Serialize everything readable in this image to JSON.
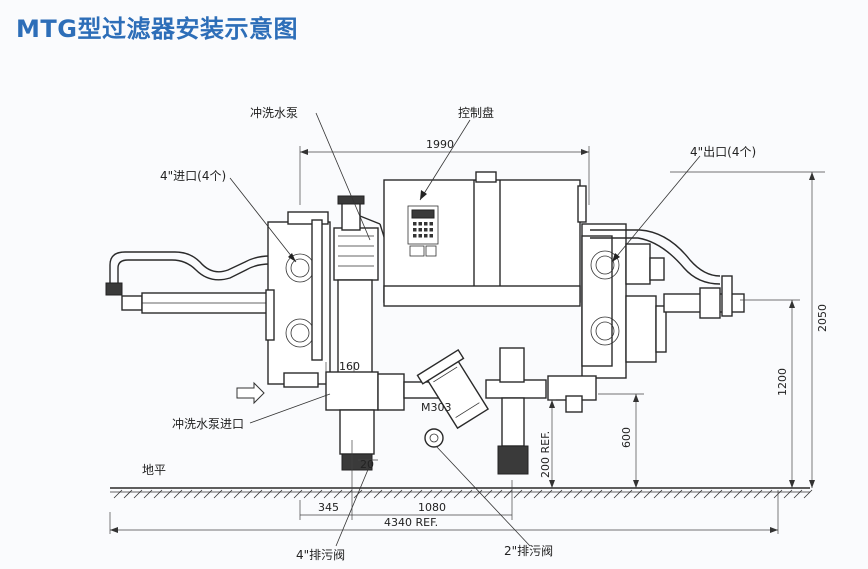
{
  "title": "MTG型过滤器安装示意图",
  "labels": {
    "flush_pump": "冲洗水泵",
    "control_panel": "控制盘",
    "inlet": "4\"进口(4个)",
    "outlet": "4\"出口(4个)",
    "flush_pump_inlet": "冲洗水泵进口",
    "ground": "地平",
    "motor": "M303",
    "drain_4": "4\"排污阀",
    "drain_2": "2\"排污阀"
  },
  "dimensions": {
    "top_width": "1990",
    "height_total": "2050",
    "height_mid": "1200",
    "height_600": "600",
    "height_200": "200 REF.",
    "pipe_160": "160",
    "base_20": "20",
    "base_345": "345",
    "base_1080": "1080",
    "overall": "4340 REF."
  },
  "colors": {
    "title": "#2d6eb8",
    "line": "#2a2a2a"
  }
}
